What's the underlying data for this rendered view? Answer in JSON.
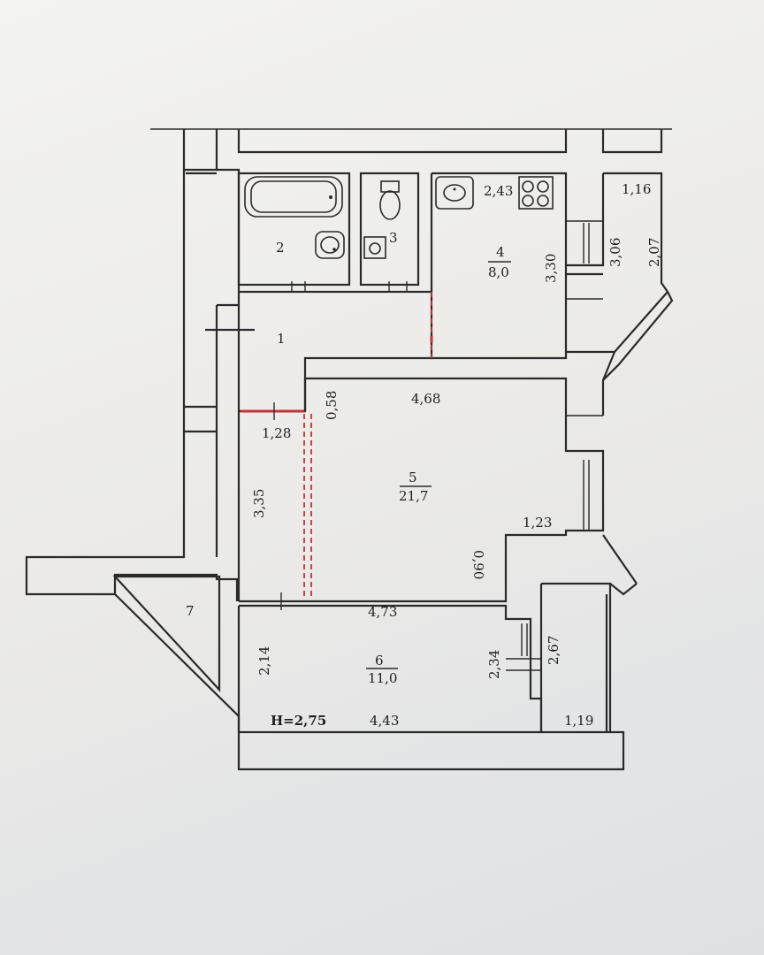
{
  "rooms": [
    {
      "number": "1",
      "area": ""
    },
    {
      "number": "2",
      "area": ""
    },
    {
      "number": "3",
      "area": ""
    },
    {
      "number": "4",
      "area": "8,0"
    },
    {
      "number": "5",
      "area": "21,7"
    },
    {
      "number": "6",
      "area": "11,0"
    },
    {
      "number": "7",
      "area": ""
    }
  ],
  "dimensions": {
    "kitchen_width": "2,43",
    "kitchen_depth": "3,30",
    "balcony_top_width": "1,16",
    "balcony_inner": "3,06",
    "balcony_outer": "2,07",
    "hall_width": "1,28",
    "wall_gap": "0,58",
    "corridor_length": "3,35",
    "living_width": "4,68",
    "living_right_step": "1,23",
    "living_small": "0,90",
    "bedroom_top": "4,73",
    "bedroom_height": "2,14",
    "bedroom_bottom": "4,43",
    "loggia_inner": "2,34",
    "loggia_outer": "2,67",
    "loggia_width": "1,19"
  },
  "ceiling_height": "H=2,75"
}
